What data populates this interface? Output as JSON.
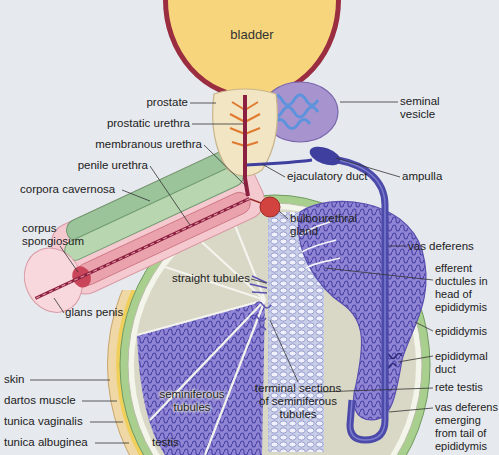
{
  "diagram": {
    "nodes": [
      {
        "text": [
          "bladder"
        ]
      }
    ],
    "labels": [
      "prostate",
      "prostatic urethra",
      "membranous urethra",
      "penile urethra",
      "corpora cavernosa",
      "corpus spongiosum",
      "glans penis",
      "seminal vesicle",
      "ampulla",
      "ejaculatory duct",
      "bulbourethral gland",
      "vas deferens",
      "efferent ductules in head of epididymis",
      "epididymis",
      "epididymal duct",
      "rete testis",
      "vas deferens emerging from tail of epididymis",
      "straight tubules",
      "terminal sections of seminiferous tubules",
      "seminiferous tubules",
      "skin",
      "dartos muscle",
      "tunica vaginalis",
      "tunica albuginea",
      "testis"
    ]
  }
}
